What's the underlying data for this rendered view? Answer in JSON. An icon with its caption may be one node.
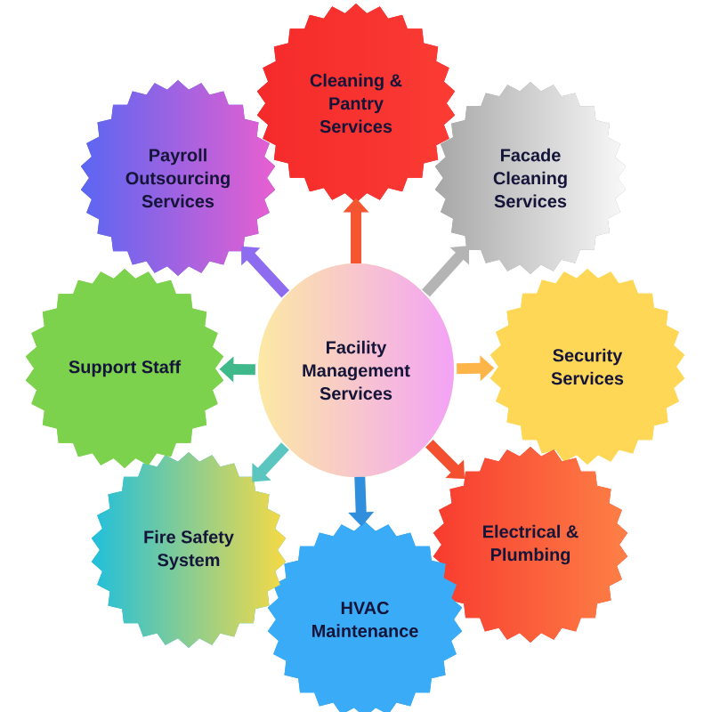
{
  "diagram": {
    "nodes": [
      {
        "text": [
          "Facility Management Services"
        ]
      },
      {
        "text": [
          "Cleaning & Pantry Services"
        ]
      },
      {
        "text": [
          "Facade Cleaning Services"
        ]
      },
      {
        "text": [
          "Security Services"
        ]
      },
      {
        "text": [
          "Electrical & Plumbing"
        ]
      },
      {
        "text": [
          "HVAC Maintenance"
        ]
      },
      {
        "text": [
          "Fire Safety System"
        ]
      },
      {
        "text": [
          "Support Staff"
        ]
      },
      {
        "text": [
          "Payroll Outsourcing Services"
        ]
      }
    ],
    "edges": [
      {
        "from": 0,
        "to": 1,
        "arrow": "to",
        "color": "#f65532"
      },
      {
        "from": 0,
        "to": 2,
        "arrow": "to",
        "color": "#b4b4b4"
      },
      {
        "from": 0,
        "to": 3,
        "arrow": "to",
        "color": "#fdb54a"
      },
      {
        "from": 0,
        "to": 4,
        "arrow": "to",
        "color": "#f4502f"
      },
      {
        "from": 0,
        "to": 5,
        "arrow": "to",
        "color": "#2f8fdc"
      },
      {
        "from": 0,
        "to": 6,
        "arrow": "to",
        "color": "#5bc6c0"
      },
      {
        "from": 0,
        "to": 7,
        "arrow": "to",
        "color": "#3fb98a"
      },
      {
        "from": 0,
        "to": 8,
        "arrow": "to",
        "color": "#8e6cf0"
      }
    ]
  }
}
